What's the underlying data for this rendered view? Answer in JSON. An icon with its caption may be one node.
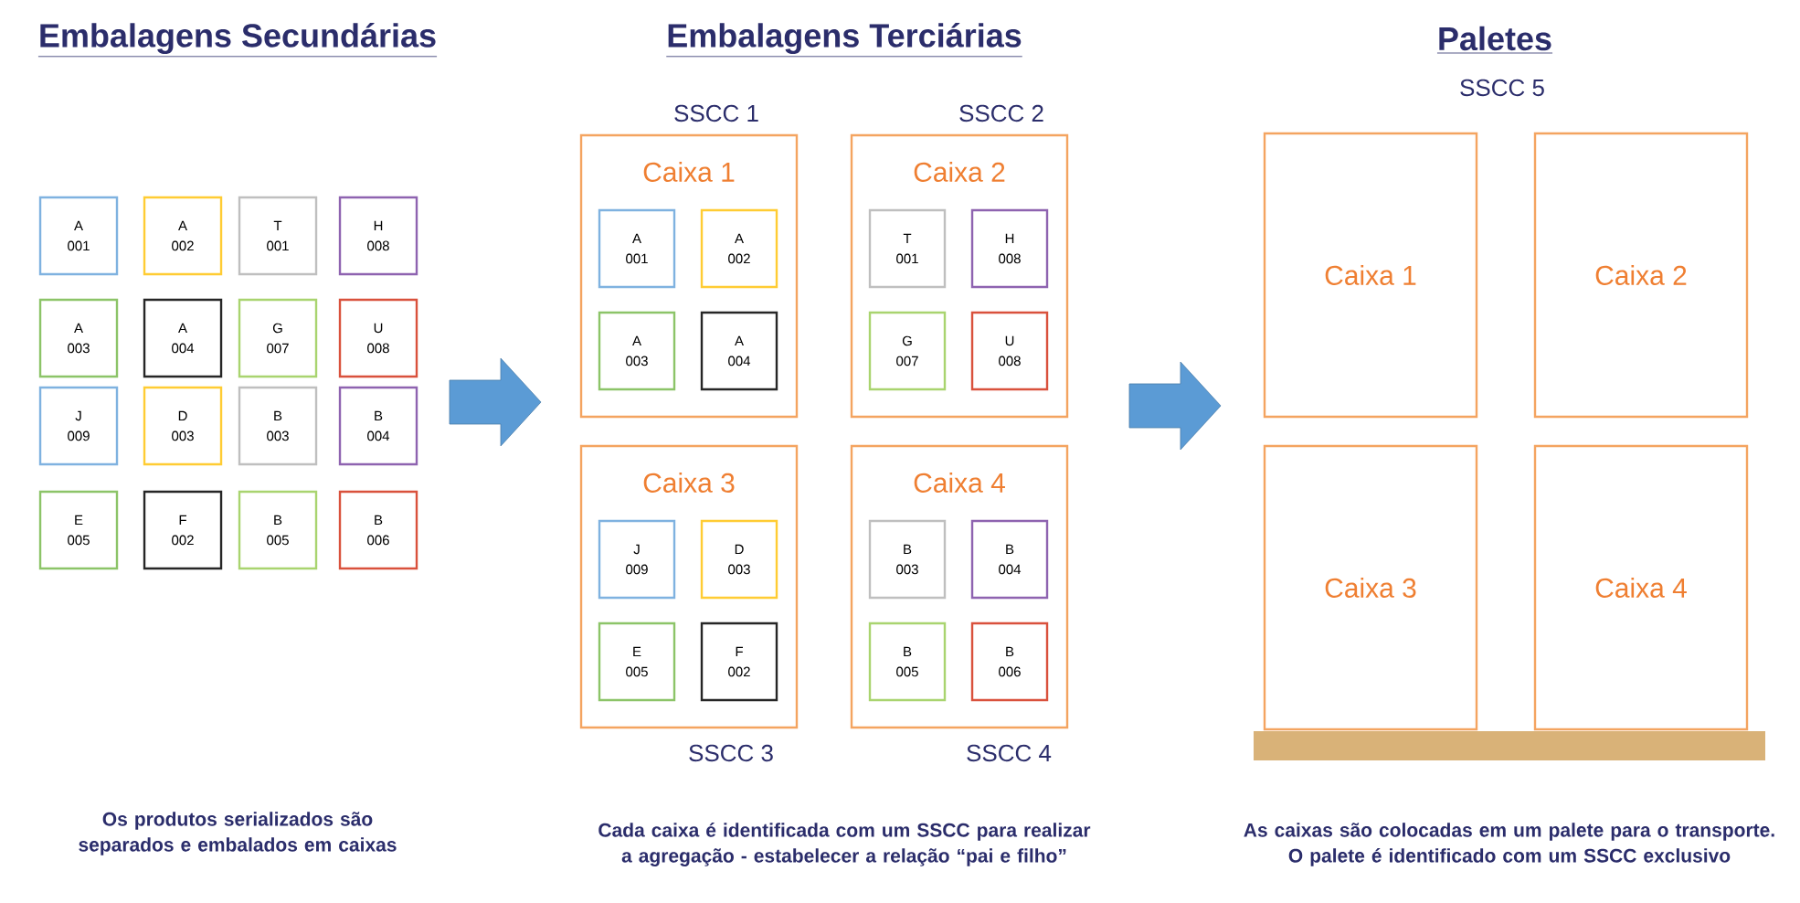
{
  "diagram": {
    "nodes": [
      {
        "text": [
          "A 001"
        ]
      },
      {
        "text": [
          "A 002"
        ]
      },
      {
        "text": [
          "T 001"
        ]
      },
      {
        "text": [
          "H 008"
        ]
      },
      {
        "text": [
          "A 003"
        ]
      },
      {
        "text": [
          "A 004"
        ]
      },
      {
        "text": [
          "G 007"
        ]
      },
      {
        "text": [
          "U 008"
        ]
      },
      {
        "text": [
          "J 009"
        ]
      },
      {
        "text": [
          "D 003"
        ]
      },
      {
        "text": [
          "B 003"
        ]
      },
      {
        "text": [
          "B 004"
        ]
      },
      {
        "text": [
          "E 005"
        ]
      },
      {
        "text": [
          "F 002"
        ]
      },
      {
        "text": [
          "B 005"
        ]
      },
      {
        "text": [
          "B 006"
        ]
      },
      {
        "text": [
          "Caixa 1"
        ],
        "beside": [
          "SSCC 1"
        ]
      },
      {
        "text": [
          "A 001"
        ],
        "in": 16
      },
      {
        "text": [
          "A 002"
        ],
        "in": 16
      },
      {
        "text": [
          "A 003"
        ],
        "in": 16
      },
      {
        "text": [
          "A 004"
        ],
        "in": 16
      },
      {
        "text": [
          "Caixa 2"
        ],
        "beside": [
          "SSCC 2"
        ]
      },
      {
        "text": [
          "T 001"
        ],
        "in": 21
      },
      {
        "text": [
          "H 008"
        ],
        "in": 21
      },
      {
        "text": [
          "G 007"
        ],
        "in": 21
      },
      {
        "text": [
          "U 008"
        ],
        "in": 21
      },
      {
        "text": [
          "Caixa 3"
        ],
        "beside": [
          "SSCC 3"
        ]
      },
      {
        "text": [
          "J 009"
        ],
        "in": 26
      },
      {
        "text": [
          "D 003"
        ],
        "in": 26
      },
      {
        "text": [
          "E 005"
        ],
        "in": 26
      },
      {
        "text": [
          "F 002"
        ],
        "in": 26
      },
      {
        "text": [
          "Caixa 4"
        ],
        "beside": [
          "SSCC 4"
        ]
      },
      {
        "text": [
          "B 003"
        ],
        "in": 31
      },
      {
        "text": [
          "B 004"
        ],
        "in": 31
      },
      {
        "text": [
          "B 005"
        ],
        "in": 31
      },
      {
        "text": [
          "B 006"
        ],
        "in": 31
      },
      {
        "text": [
          "Caixa 1"
        ]
      },
      {
        "text": [
          "Caixa 2"
        ]
      },
      {
        "text": [
          "Caixa 3"
        ]
      },
      {
        "text": [
          "Caixa 4"
        ]
      },
      {
        "text": [],
        "shape": "bar"
      }
    ],
    "labels": [
      "Embalagens Secundárias",
      "Embalagens Terciárias",
      "Paletes",
      "SSCC 5",
      "Os produtos serializados são separados e embalados em caixas",
      "Cada caixa é identificada com um SSCC para realizar a agregação - estabelecer a relação “pai e filho”",
      "As caixas são colocadas em um palete para o transporte. O palete é identificado com um SSCC exclusivo"
    ]
  }
}
